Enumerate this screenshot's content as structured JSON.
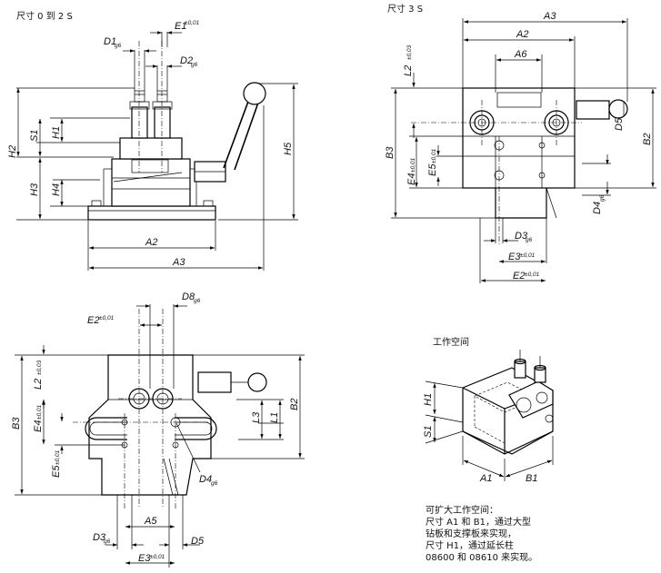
{
  "captions": {
    "size_0_2": "尺寸 0 到 2 S",
    "size_3": "尺寸 3 S",
    "work_space": "工作空间"
  },
  "note_lines": [
    "可扩大工作空间：",
    "尺寸 A1 和 B1，通过大型",
    "钻板和支撑板来实现，",
    "尺寸 H1，通过延长柱",
    "08600 和 08610 来实现。"
  ],
  "labels": {
    "A1": "A1",
    "A2": "A2",
    "A3": "A3",
    "A5": "A5",
    "A6": "A6",
    "B1": "B1",
    "B2": "B2",
    "B3": "B3",
    "D1": "D1",
    "D2": "D2",
    "D3": "D3",
    "D4": "D4",
    "D5": "D5",
    "D8": "D8",
    "E1": "E1",
    "E2": "E2",
    "E3": "E3",
    "E4": "E4",
    "E5": "E5",
    "H1": "H1",
    "H2": "H2",
    "H3": "H3",
    "H4": "H4",
    "H5": "H5",
    "L1": "L1",
    "L2": "L2",
    "L3": "L3",
    "S1": "S1"
  },
  "subs": {
    "tol": "±0,01",
    "tol3": "±0,03",
    "g6": "g6"
  }
}
